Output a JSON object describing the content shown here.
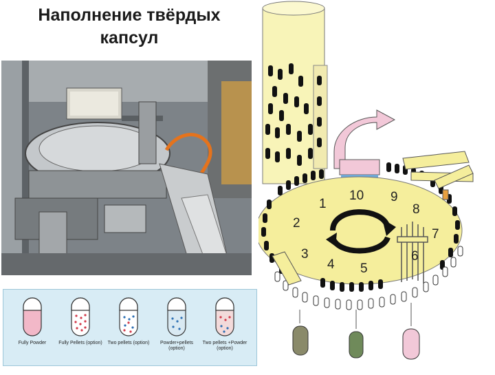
{
  "title": {
    "line1": "Наполнение твёрдых",
    "line2": "капсул"
  },
  "capsule_types": [
    {
      "label": "Fully Powder",
      "fill": "#f2b8c8"
    },
    {
      "label": "Fully Pellets (option)",
      "fill": "#f5d8e0"
    },
    {
      "label": "Two pellets (option)",
      "fill": "#cfe2f0"
    },
    {
      "label": "Powder+pellets (option)",
      "fill": "#d9e9f2"
    },
    {
      "label": "Two pellets +Powder (option)",
      "fill": "#f3dada"
    }
  ],
  "stations": [
    "1",
    "2",
    "3",
    "4",
    "5",
    "6",
    "7",
    "8",
    "9",
    "10"
  ],
  "colors": {
    "turntable": "#f5ee9c",
    "hopper": "#f8f4b8",
    "funnel": "#f2c8d8",
    "capsule": "#111111"
  }
}
